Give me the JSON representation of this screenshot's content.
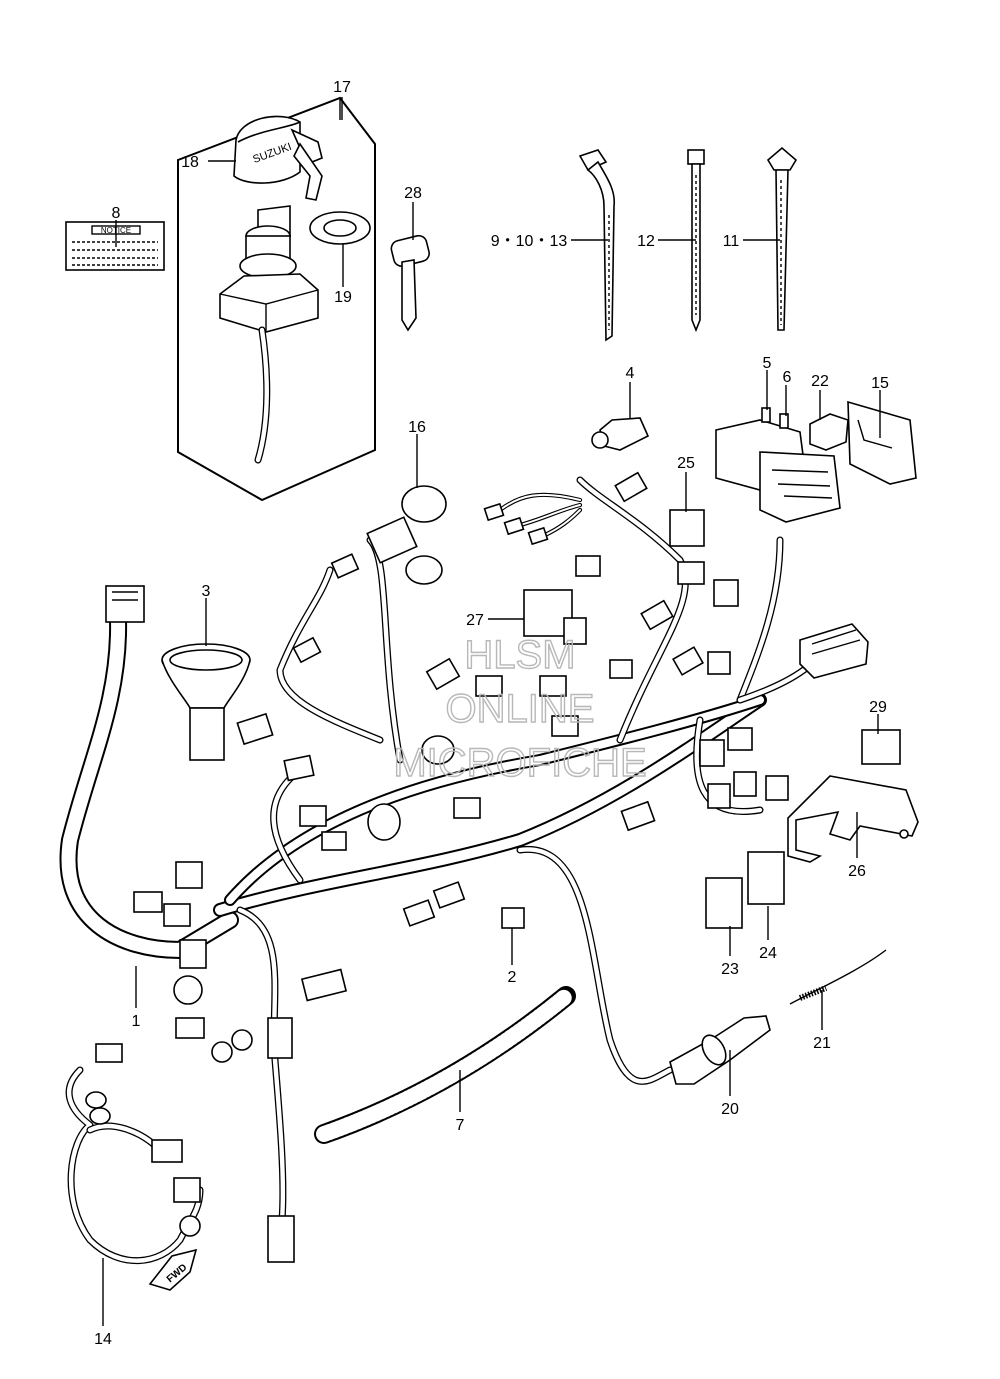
{
  "diagram": {
    "notice_label_text": "NOTICE",
    "brand_text": "SUZUKI",
    "fwd_text": "FWD",
    "watermark": {
      "line1": "HLSM",
      "line2": "ONLINE",
      "line3": "MICROFICHE"
    },
    "callouts": {
      "p1": "1",
      "p2": "2",
      "p3": "3",
      "p4": "4",
      "p5": "5",
      "p6": "6",
      "p7": "7",
      "p8": "8",
      "p9_10_13": "9・10・13",
      "p11": "11",
      "p12": "12",
      "p14": "14",
      "p15": "15",
      "p16": "16",
      "p17": "17",
      "p18": "18",
      "p19": "19",
      "p20": "20",
      "p21": "21",
      "p22": "22",
      "p23": "23",
      "p24": "24",
      "p25": "25",
      "p26": "26",
      "p27": "27",
      "p28": "28",
      "p29": "29"
    }
  }
}
